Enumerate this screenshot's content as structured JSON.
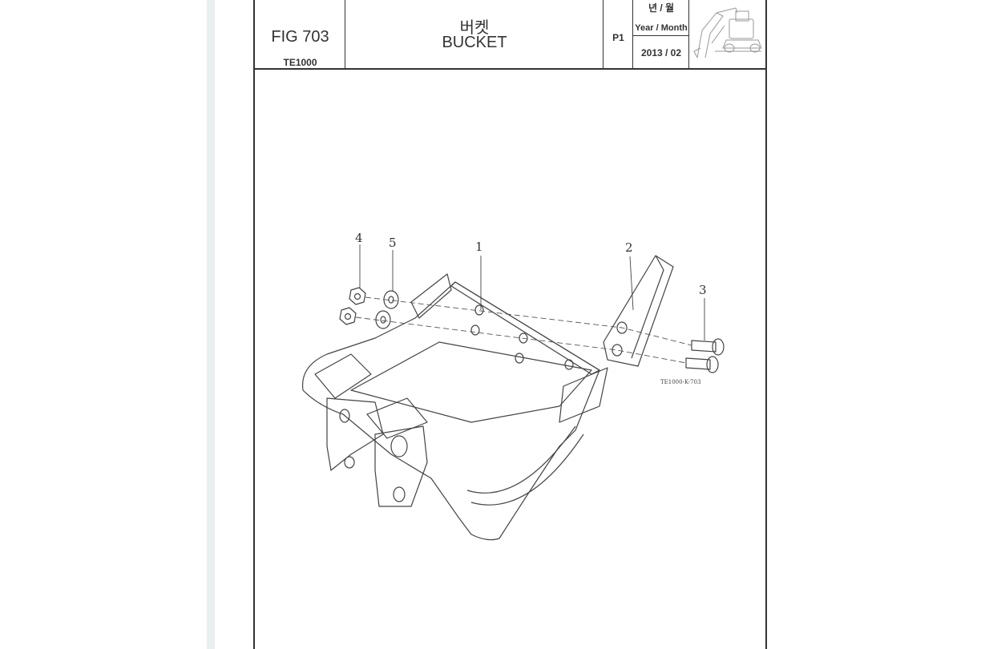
{
  "title_block": {
    "fig_no": "FIG 703",
    "model": "TE1000",
    "title_ko": "버켓",
    "title_en": "BUCKET",
    "page": "P1",
    "year_month_ko": "년 / 월",
    "year_month_en": "Year / Month",
    "date": "2013 / 02"
  },
  "drawing": {
    "callouts": [
      "1",
      "2",
      "3",
      "4",
      "5"
    ],
    "ref_code": "TE1000-K-703"
  },
  "icons": {
    "thumbnail": "excavator-icon"
  }
}
